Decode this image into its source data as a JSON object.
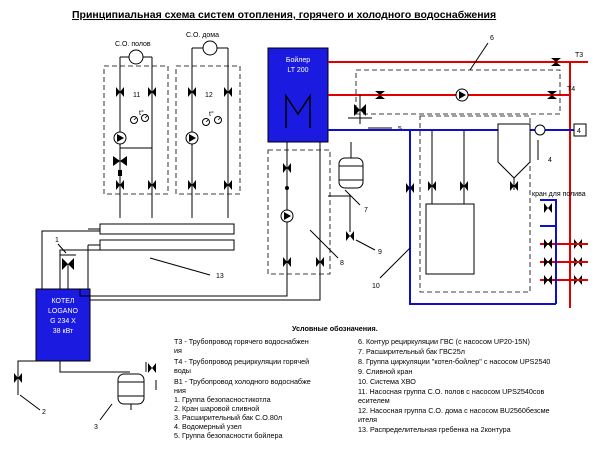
{
  "title": "Принципиальная схема систем отопления, горячего и холодного водоснабжения",
  "boiler": {
    "line1": "Бойлер",
    "line2": "LT 200"
  },
  "kotel": {
    "line1": "КОТЕЛ",
    "line2": "LOGANO",
    "line3": "G 234 X",
    "line4": "38 кВт"
  },
  "labels": {
    "co_polov": "С.О. полов",
    "co_doma": "С.О. дома",
    "t3": "Т3",
    "t4": "Т4",
    "kran_dlya_poliva": "кран для полива",
    "t_sign": "t°",
    "num_1": "1",
    "num_2": "2",
    "num_3": "3",
    "num_4": "4",
    "num_5": "5",
    "num_6": "6",
    "num_7": "7",
    "num_8": "8",
    "num_9": "9",
    "num_10": "10",
    "num_11": "11",
    "num_12": "12",
    "num_13": "13"
  },
  "legend": {
    "header": "Условные обозначения.",
    "left": [
      "Т3 -  Трубопровод горячего водоснабжен",
      "ия",
      "Т4 -  Трубопровод рециркуляции горячей",
      "воды",
      "В1 - Трубопровод холодного водоснабже",
      "ния",
      "1. Группа безопасностикотла",
      "2. Кран шаровой сливной",
      "3. Расширительный бак С.О.80л",
      "4. Водомерный узел",
      "5. Группа безопасности бойлера"
    ],
    "right": [
      "6. Контур рециркуляции ГВС (с насосом UP20-15N)",
      "7. Расширительный бак ГВС25л",
      "8. Группа циркуляции \"котел-бойлер\" с насосом UPS2540",
      "9. Сливной кран",
      "10. Система ХВО",
      "11. Насосная группа С.О. полов с насосом UPS2540сов",
      "есителем",
      "12. Насосная группа С.О. дома с насосом BU2560безсме",
      "ителя",
      "13. Распределительная гребенка на 2контура"
    ]
  }
}
